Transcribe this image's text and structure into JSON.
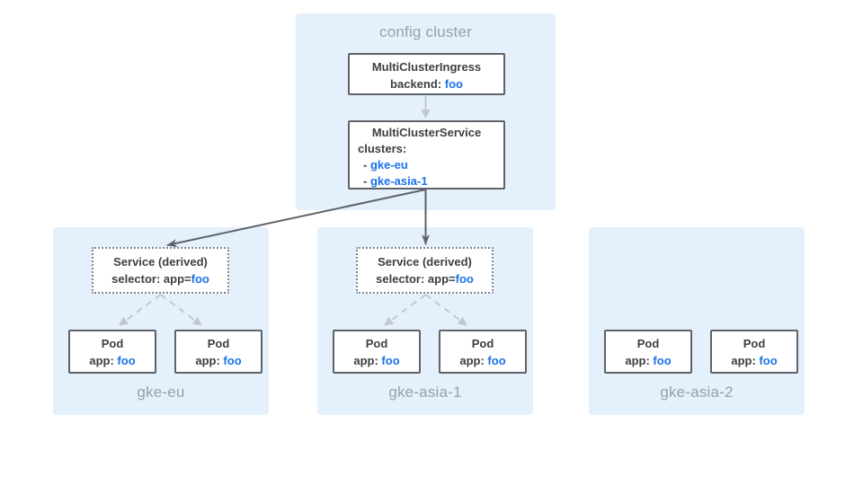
{
  "config_cluster": {
    "title": "config cluster",
    "ingress_box": {
      "title": "MultiClusterIngress",
      "backend_label": "backend: ",
      "backend_value": "foo"
    },
    "service_box": {
      "title": "MultiClusterService",
      "subtitle": "clusters:",
      "cluster_refs": [
        {
          "prefix": "- ",
          "name": "gke-eu"
        },
        {
          "prefix": "- ",
          "name": "gke-asia-1"
        }
      ]
    }
  },
  "clusters": [
    {
      "name": "gke-eu",
      "service": {
        "title": "Service (derived)",
        "selector_label": "selector: app=",
        "selector_value": "foo"
      },
      "pods": [
        {
          "title": "Pod",
          "app_label": "app: ",
          "app_value": "foo"
        },
        {
          "title": "Pod",
          "app_label": "app: ",
          "app_value": "foo"
        }
      ]
    },
    {
      "name": "gke-asia-1",
      "service": {
        "title": "Service (derived)",
        "selector_label": "selector: app=",
        "selector_value": "foo"
      },
      "pods": [
        {
          "title": "Pod",
          "app_label": "app: ",
          "app_value": "foo"
        },
        {
          "title": "Pod",
          "app_label": "app: ",
          "app_value": "foo"
        }
      ]
    },
    {
      "name": "gke-asia-2",
      "pods": [
        {
          "title": "Pod",
          "app_label": "app: ",
          "app_value": "foo"
        },
        {
          "title": "Pod",
          "app_label": "app: ",
          "app_value": "foo"
        }
      ]
    }
  ],
  "colors": {
    "cluster_bg": "#e4f0fc",
    "box_border": "#5f6368",
    "text_dark": "#3c4043",
    "text_muted": "#9aa0a6",
    "link_blue": "#1a73e8",
    "arrow_dark": "#5f6368",
    "arrow_light": "#c4c7cb"
  }
}
